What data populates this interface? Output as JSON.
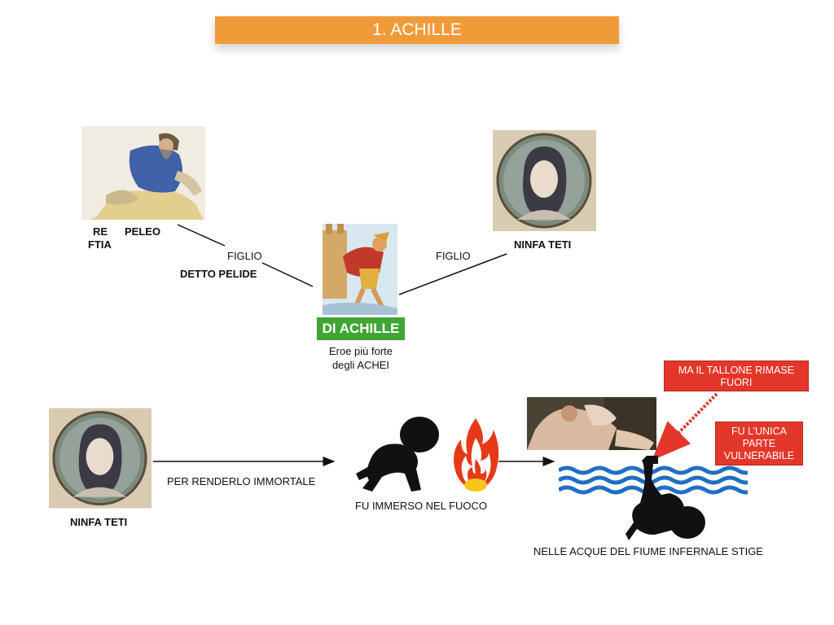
{
  "title": "1. ACHILLE",
  "peleo": {
    "re": "RE",
    "name": "PELEO",
    "ftia": "FTIA"
  },
  "teti_top": "NINFA TETI",
  "figlio_left": "FIGLIO",
  "detto_pelide": "DETTO PELIDE",
  "figlio_right": "FIGLIO",
  "achille_box": "DI ACHILLE",
  "achille_desc_1": "Eroe più forte",
  "achille_desc_2": "degli ACHEI",
  "teti_bottom": "NINFA TETI",
  "per_renderlo": "PER RENDERLO IMMORTALE",
  "fuoco": "FU IMMERSO NEL FUOCO",
  "stige": "NELLE ACQUE DEL FIUME INFERNALE STIGE",
  "tallone_1": "MA IL TALLONE RIMASE",
  "tallone_2": "FUORI",
  "vuln_1": "FU L’UNICA",
  "vuln_2": "PARTE",
  "vuln_3": "VULNERABILE",
  "colors": {
    "title_bg": "#f19a3a",
    "green": "#3fa535",
    "red": "#e2372a",
    "water": "#1f6fc4"
  }
}
